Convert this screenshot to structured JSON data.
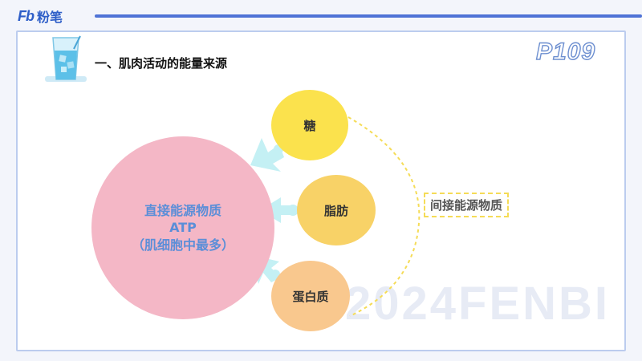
{
  "brand": {
    "mark": "Fb",
    "name": "粉笔"
  },
  "section_title": "一、肌肉活动的能量来源",
  "page_number": "P109",
  "watermark": "2024FENBI",
  "icons": {
    "header": "water-glass-icon",
    "arrows": "arrow-icon"
  },
  "diagram": {
    "center": {
      "line1": "直接能源物质",
      "line2": "ATP",
      "line3": "（肌细胞中最多）"
    },
    "sources": [
      "糖",
      "脂肪",
      "蛋白质"
    ],
    "indirect_label": "间接能源物质"
  },
  "colors": {
    "accent": "#4f73d6",
    "center_fill": "#f4b7c6",
    "center_text": "#5b8ed8",
    "sugar": "#fbe24d",
    "fat": "#f8d267",
    "protein": "#f9c88e",
    "arrow": "#c4f0f4",
    "bracket": "#f5dc57"
  }
}
